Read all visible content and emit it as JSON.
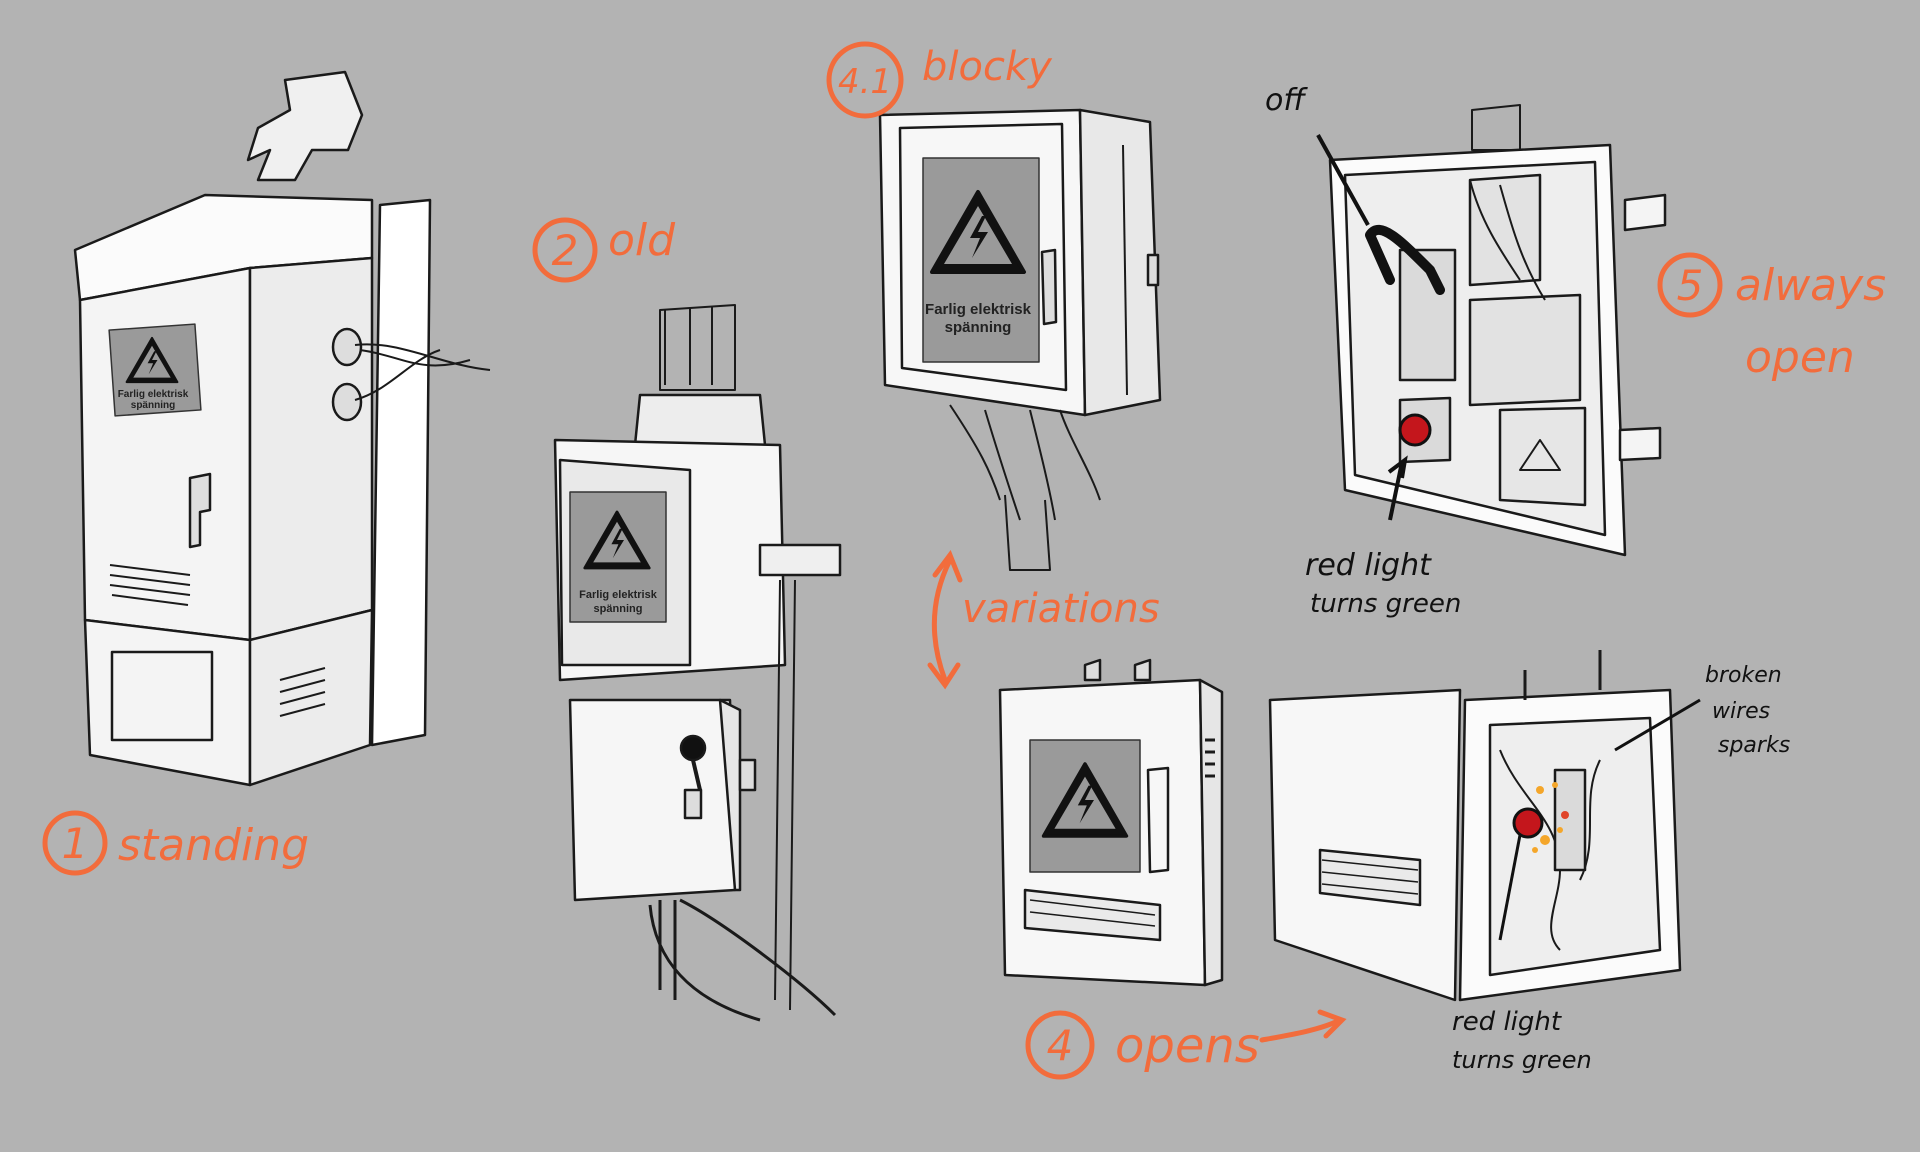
{
  "sketches": [
    {
      "number": "1",
      "label": "standing",
      "sign_text": "Farlig elektrisk spänning"
    },
    {
      "number": "2",
      "label": "old",
      "sign_text": "Farlig elektrisk spänning"
    },
    {
      "number": "4.1",
      "label": "blocky",
      "sign_text": "Farlig elektrisk spänning"
    },
    {
      "number": "5",
      "label": "always open",
      "annotations": [
        "off",
        "red light turns green"
      ]
    },
    {
      "number": "4",
      "label": "opens",
      "annotations": [
        "broken wires sparks",
        "red light turns green"
      ]
    }
  ],
  "variations_label": "variations",
  "labels": {
    "s1": "standing",
    "s2": "old",
    "s41": "blocky",
    "s5_line1": "always",
    "s5_line2": "open",
    "s4": "opens",
    "off": "off",
    "redlight1_line1": "red light",
    "redlight1_line2": "turns green",
    "broken_line1": "broken",
    "broken_line2": "wires",
    "broken_line3": "sparks",
    "redlight2_line1": "red light",
    "redlight2_line2": "turns green",
    "sign_line1": "Farlig elektrisk",
    "sign_line2": "spänning"
  },
  "numbers": {
    "n1": "1",
    "n2": "2",
    "n41": "4.1",
    "n5": "5",
    "n4": "4"
  },
  "colors": {
    "background": "#b3b3b3",
    "annotation_orange": "#f26c3c",
    "sign_gray": "#9a9a9a",
    "red_light": "#c4161c"
  }
}
